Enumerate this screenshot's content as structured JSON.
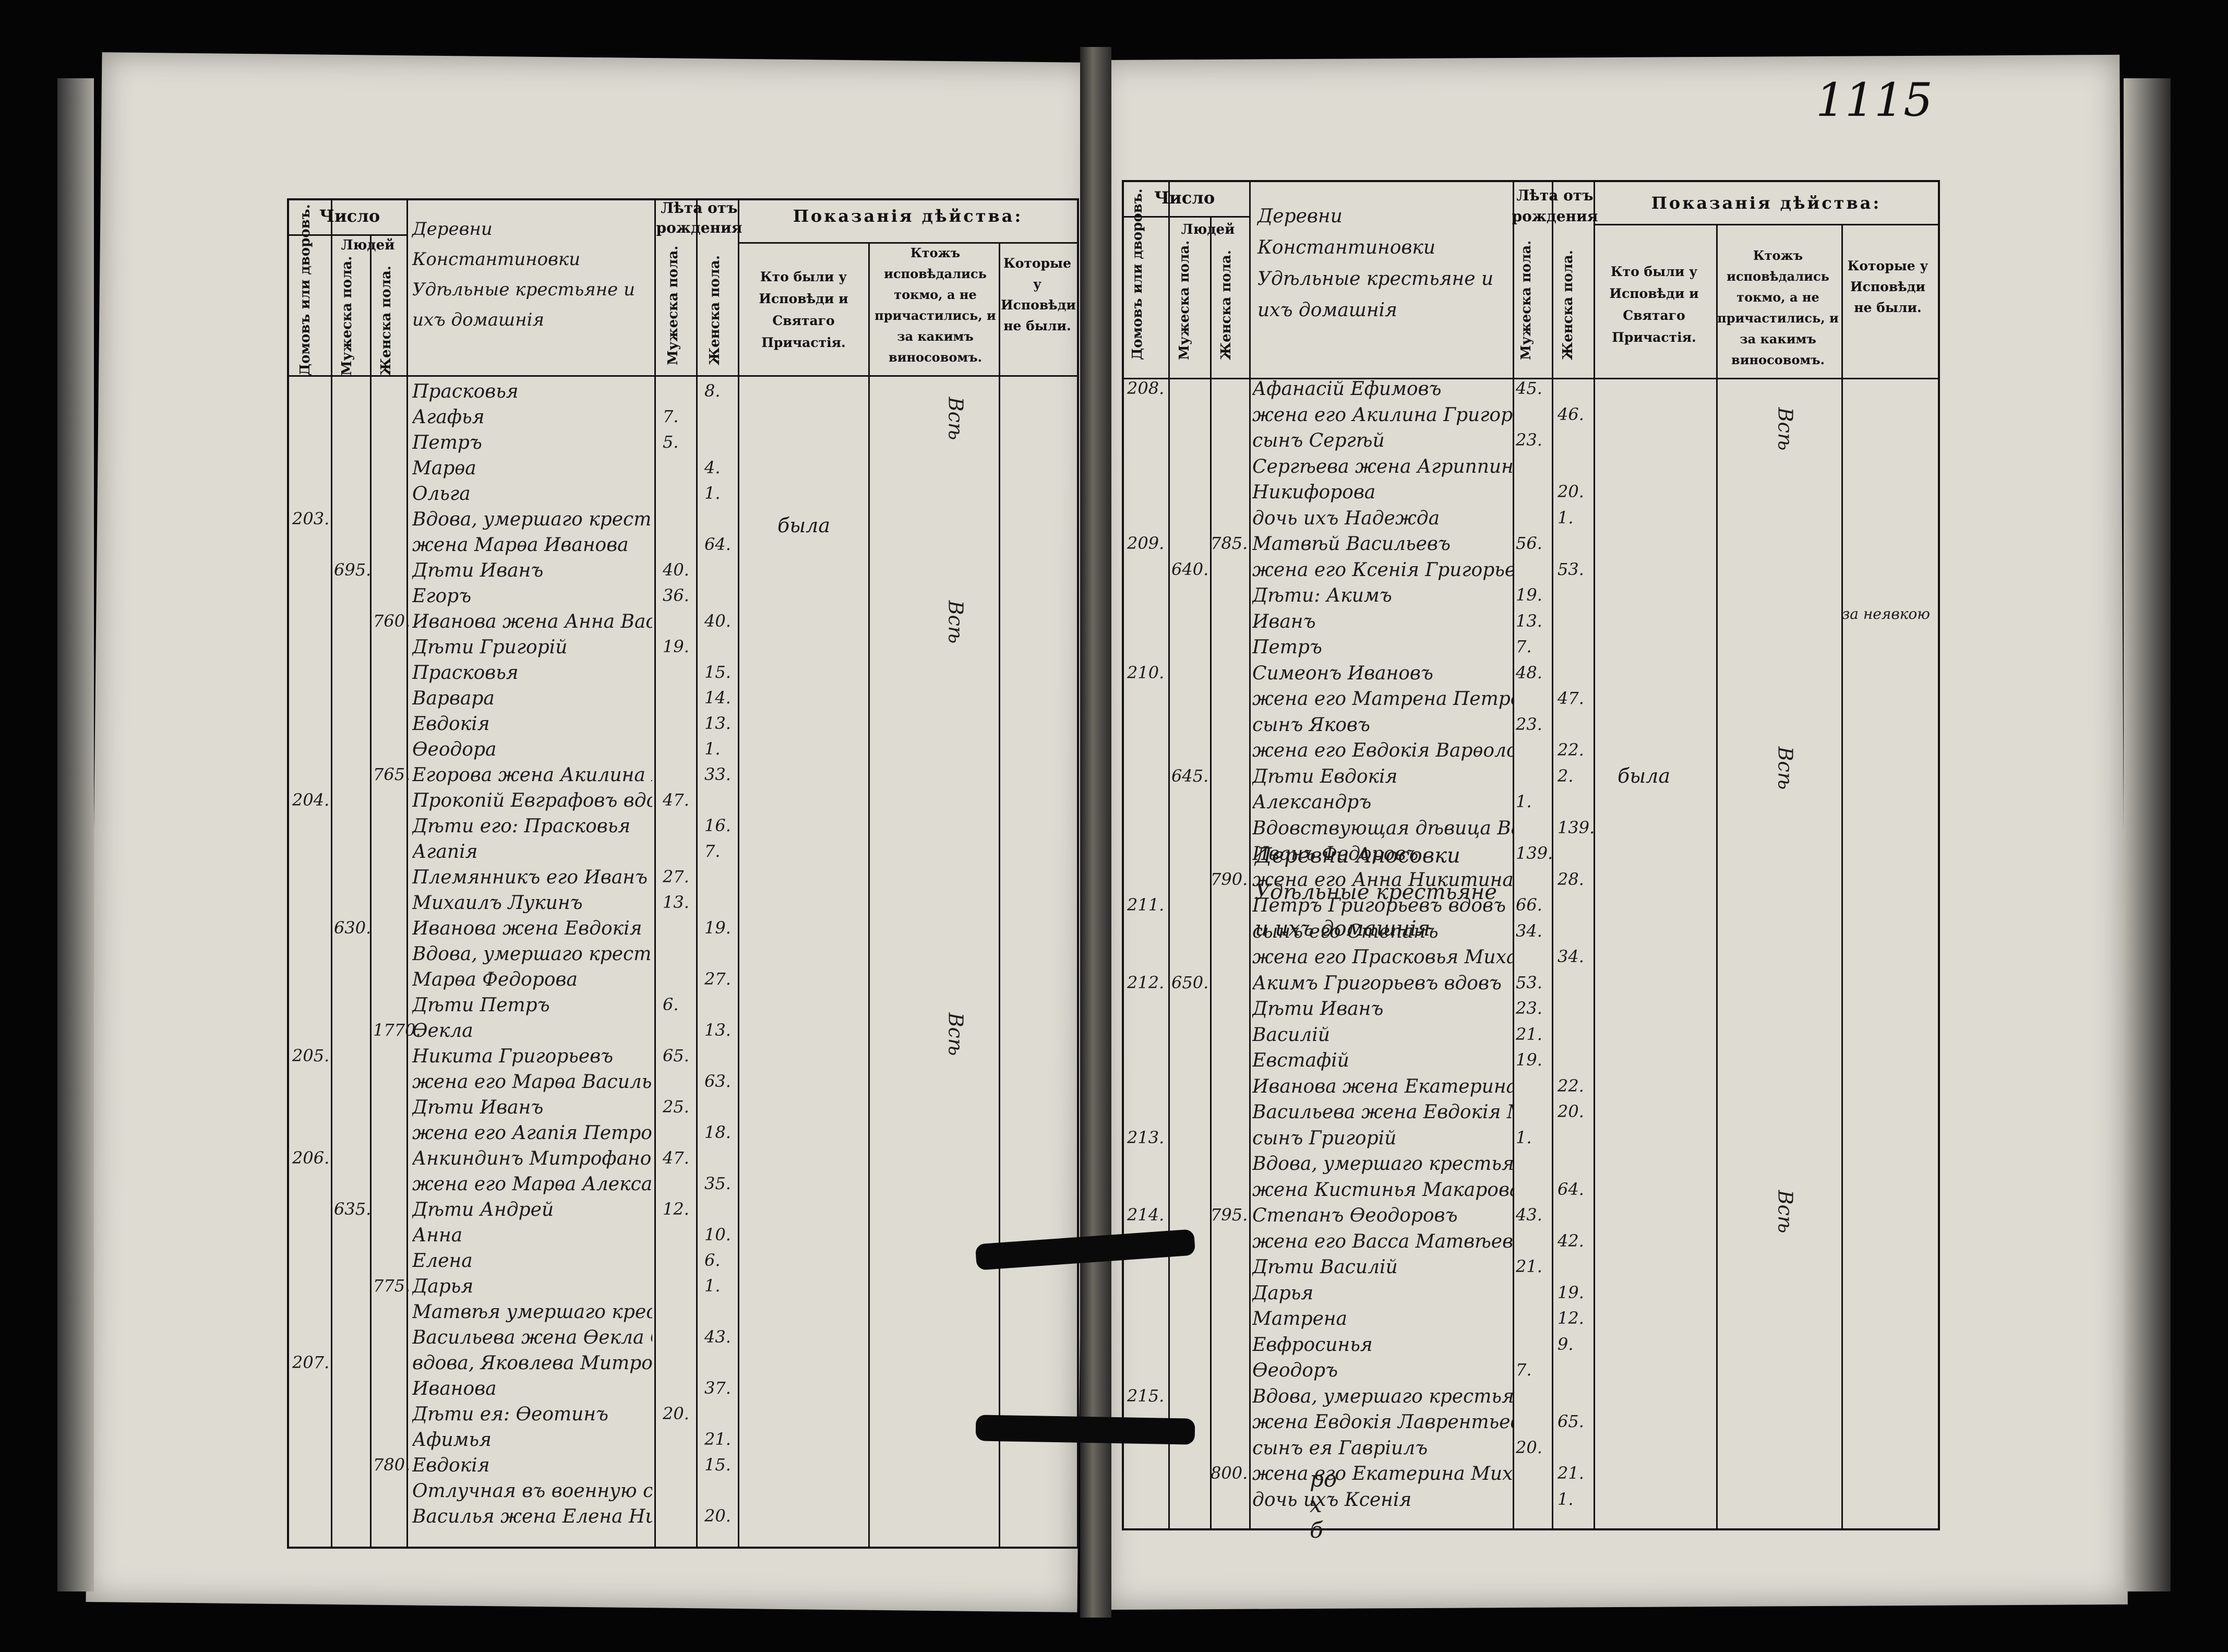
{
  "page_number": "1115",
  "headers": {
    "chislo": "Число",
    "lyudei": "Людей",
    "dvorov": "Домовъ или дворовъ.",
    "muzh": "Мужеска пола.",
    "zhen": "Женска пола.",
    "leta": "Лѣта отъ рождения",
    "pokazania": "Показанія дѣйства:",
    "byli": "Кто были у Исповѣди и Святаго Причастія.",
    "ne_prich": "Ктожъ исповѣдались токмо, а не причастились, и за какимъ виносовомъ.",
    "ne_byli": "Которые у Исповѣди не были."
  },
  "left": {
    "title": "Деревни Константиновки Удѣльные крестьяне и ихъ домашнія",
    "rows": [
      {
        "dvor": "",
        "m": "",
        "f": "",
        "name": "Прасковья",
        "lm": "",
        "lf": "8."
      },
      {
        "dvor": "",
        "m": "",
        "f": "",
        "name": "Агафья",
        "lm": "7.",
        "lf": ""
      },
      {
        "dvor": "",
        "m": "",
        "f": "",
        "name": "Петръ",
        "lm": "5.",
        "lf": ""
      },
      {
        "dvor": "",
        "m": "",
        "f": "",
        "name": "Марѳа",
        "lm": "",
        "lf": "4."
      },
      {
        "dvor": "",
        "m": "",
        "f": "",
        "name": "Ольга",
        "lm": "",
        "lf": "1."
      },
      {
        "dvor": "203.",
        "m": "",
        "f": "",
        "name": "Вдова, умершаго крестьянина Василья Яковлева",
        "lm": "",
        "lf": ""
      },
      {
        "dvor": "",
        "m": "",
        "f": "",
        "name": "жена Марѳа Иванова",
        "lm": "",
        "lf": "64."
      },
      {
        "dvor": "",
        "m": "695.",
        "f": "",
        "name": "Дѣти Иванъ",
        "lm": "40.",
        "lf": ""
      },
      {
        "dvor": "",
        "m": "",
        "f": "",
        "name": "Егоръ",
        "lm": "36.",
        "lf": ""
      },
      {
        "dvor": "",
        "m": "",
        "f": "760.",
        "name": "Иванова жена Анна Васильева",
        "lm": "",
        "lf": "40."
      },
      {
        "dvor": "",
        "m": "",
        "f": "",
        "name": "Дѣти Григорій",
        "lm": "19.",
        "lf": ""
      },
      {
        "dvor": "",
        "m": "",
        "f": "",
        "name": "Прасковья",
        "lm": "",
        "lf": "15."
      },
      {
        "dvor": "",
        "m": "",
        "f": "",
        "name": "Варвара",
        "lm": "",
        "lf": "14."
      },
      {
        "dvor": "",
        "m": "",
        "f": "",
        "name": "Евдокія",
        "lm": "",
        "lf": "13."
      },
      {
        "dvor": "",
        "m": "",
        "f": "",
        "name": "Ѳеодора",
        "lm": "",
        "lf": "1."
      },
      {
        "dvor": "",
        "m": "",
        "f": "765.",
        "name": "Егорова жена Акилина Васильева",
        "lm": "",
        "lf": "33."
      },
      {
        "dvor": "204.",
        "m": "",
        "f": "",
        "name": "Прокопій Евграфовъ вдовъ",
        "lm": "47.",
        "lf": ""
      },
      {
        "dvor": "",
        "m": "",
        "f": "",
        "name": "Дѣти его: Прасковья",
        "lm": "",
        "lf": "16."
      },
      {
        "dvor": "",
        "m": "",
        "f": "",
        "name": "Агапія",
        "lm": "",
        "lf": "7."
      },
      {
        "dvor": "",
        "m": "",
        "f": "",
        "name": "Племянникъ его Иванъ",
        "lm": "27.",
        "lf": ""
      },
      {
        "dvor": "",
        "m": "",
        "f": "",
        "name": "Михаилъ Лукинъ",
        "lm": "13.",
        "lf": ""
      },
      {
        "dvor": "",
        "m": "630.",
        "f": "",
        "name": "Иванова жена Евдокія",
        "lm": "",
        "lf": "19."
      },
      {
        "dvor": "",
        "m": "",
        "f": "",
        "name": "Вдова, умершаго крестьянина Луки жена",
        "lm": "",
        "lf": ""
      },
      {
        "dvor": "",
        "m": "",
        "f": "",
        "name": "Марѳа Федорова",
        "lm": "",
        "lf": "27."
      },
      {
        "dvor": "",
        "m": "",
        "f": "",
        "name": "Дѣти Петръ",
        "lm": "6.",
        "lf": ""
      },
      {
        "dvor": "",
        "m": "",
        "f": "1770.",
        "name": "Ѳекла",
        "lm": "",
        "lf": "13."
      },
      {
        "dvor": "205.",
        "m": "",
        "f": "",
        "name": "Никита Григорьевъ",
        "lm": "65.",
        "lf": ""
      },
      {
        "dvor": "",
        "m": "",
        "f": "",
        "name": "жена его Марѳа Васильева",
        "lm": "",
        "lf": "63."
      },
      {
        "dvor": "",
        "m": "",
        "f": "",
        "name": "Дѣти Иванъ",
        "lm": "25.",
        "lf": ""
      },
      {
        "dvor": "",
        "m": "",
        "f": "",
        "name": "жена его Агапія Петрова",
        "lm": "",
        "lf": "18."
      },
      {
        "dvor": "206.",
        "m": "",
        "f": "",
        "name": "Анкиндинъ Митрофановъ",
        "lm": "47.",
        "lf": ""
      },
      {
        "dvor": "",
        "m": "",
        "f": "",
        "name": "жена его Марѳа Александрова",
        "lm": "",
        "lf": "35."
      },
      {
        "dvor": "",
        "m": "635.",
        "f": "",
        "name": "Дѣти Андрей",
        "lm": "12.",
        "lf": ""
      },
      {
        "dvor": "",
        "m": "",
        "f": "",
        "name": "Анна",
        "lm": "",
        "lf": "10."
      },
      {
        "dvor": "",
        "m": "",
        "f": "",
        "name": "Елена",
        "lm": "",
        "lf": "6."
      },
      {
        "dvor": "",
        "m": "",
        "f": "775.",
        "name": "Дарья",
        "lm": "",
        "lf": "1."
      },
      {
        "dvor": "",
        "m": "",
        "f": "",
        "name": "Матвѣя умершаго крестьянина Митрофанова",
        "lm": "",
        "lf": ""
      },
      {
        "dvor": "",
        "m": "",
        "f": "",
        "name": "Васильева жена Ѳекла Семенова",
        "lm": "",
        "lf": "43."
      },
      {
        "dvor": "207.",
        "m": "",
        "f": "",
        "name": "вдова, Яковлева Митрофанова жена Анна",
        "lm": "",
        "lf": ""
      },
      {
        "dvor": "",
        "m": "",
        "f": "",
        "name": "Иванова",
        "lm": "",
        "lf": "37."
      },
      {
        "dvor": "",
        "m": "",
        "f": "",
        "name": "Дѣти ея: Ѳеотинъ",
        "lm": "20.",
        "lf": ""
      },
      {
        "dvor": "",
        "m": "",
        "f": "",
        "name": "Афимья",
        "lm": "",
        "lf": "21."
      },
      {
        "dvor": "",
        "m": "",
        "f": "780.",
        "name": "Евдокія",
        "lm": "",
        "lf": "15."
      },
      {
        "dvor": "",
        "m": "",
        "f": "",
        "name": "Отлучная въ военную службу крестьянина",
        "lm": "",
        "lf": ""
      },
      {
        "dvor": "",
        "m": "",
        "f": "",
        "name": "Василья жена Елена Никитина",
        "lm": "",
        "lf": "20."
      }
    ],
    "vertical_notes": {
      "col1": "Всѣ",
      "col2": "Всѣ",
      "col3": "Всѣ"
    }
  },
  "right": {
    "title": "Деревни Константиновки Удѣльные крестьяне и ихъ домашнія",
    "title2": "Деревни Аносовки Удѣльные крестьяне и ихъ домашнія",
    "rows": [
      {
        "dvor": "208.",
        "m": "",
        "f": "",
        "name": "Афанасій Ефимовъ",
        "lm": "45.",
        "lf": ""
      },
      {
        "dvor": "",
        "m": "",
        "f": "",
        "name": "жена его Акилина Григорьева",
        "lm": "",
        "lf": "46."
      },
      {
        "dvor": "",
        "m": "",
        "f": "",
        "name": "сынъ Сергѣй",
        "lm": "23.",
        "lf": ""
      },
      {
        "dvor": "",
        "m": "",
        "f": "",
        "name": "Сергѣева жена Агриппина",
        "lm": "",
        "lf": ""
      },
      {
        "dvor": "",
        "m": "",
        "f": "",
        "name": "Никифорова",
        "lm": "",
        "lf": "20."
      },
      {
        "dvor": "",
        "m": "",
        "f": "",
        "name": "дочь ихъ Надежда",
        "lm": "",
        "lf": "1."
      },
      {
        "dvor": "209.",
        "m": "",
        "f": "785.",
        "name": "Матвѣй Васильевъ",
        "lm": "56.",
        "lf": ""
      },
      {
        "dvor": "",
        "m": "640.",
        "f": "",
        "name": "жена его Ксенія Григорьева",
        "lm": "",
        "lf": "53."
      },
      {
        "dvor": "",
        "m": "",
        "f": "",
        "name": "Дѣти: Акимъ",
        "lm": "19.",
        "lf": ""
      },
      {
        "dvor": "",
        "m": "",
        "f": "",
        "name": "Иванъ",
        "lm": "13.",
        "lf": ""
      },
      {
        "dvor": "",
        "m": "",
        "f": "",
        "name": "Петръ",
        "lm": "7.",
        "lf": ""
      },
      {
        "dvor": "210.",
        "m": "",
        "f": "",
        "name": "Симеонъ Ивановъ",
        "lm": "48.",
        "lf": ""
      },
      {
        "dvor": "",
        "m": "",
        "f": "",
        "name": "жена его Матрена Петрова",
        "lm": "",
        "lf": "47."
      },
      {
        "dvor": "",
        "m": "",
        "f": "",
        "name": "сынъ Яковъ",
        "lm": "23.",
        "lf": ""
      },
      {
        "dvor": "",
        "m": "",
        "f": "",
        "name": "жена его Евдокія Варѳоломеева",
        "lm": "",
        "lf": "22."
      },
      {
        "dvor": "",
        "m": "645.",
        "f": "",
        "name": "Дѣти Евдокія",
        "lm": "",
        "lf": "2."
      },
      {
        "dvor": "",
        "m": "",
        "f": "",
        "name": "Александръ",
        "lm": "1.",
        "lf": ""
      },
      {
        "dvor": "",
        "m": "",
        "f": "",
        "name": "Вдовствующая дѣвица Варвара Иванова",
        "lm": "",
        "lf": "139."
      },
      {
        "dvor": "",
        "m": "",
        "f": "",
        "name": "Иванъ Федоровъ",
        "lm": "139.",
        "lf": ""
      },
      {
        "dvor": "",
        "m": "",
        "f": "790.",
        "name": "жена его Анна Никитина",
        "lm": "",
        "lf": "28."
      },
      {
        "dvor": "211.",
        "m": "",
        "f": "",
        "name": "Петръ Григорьевъ вдовъ",
        "lm": "66.",
        "lf": ""
      },
      {
        "dvor": "",
        "m": "",
        "f": "",
        "name": "сынъ его Степанъ",
        "lm": "34.",
        "lf": ""
      },
      {
        "dvor": "",
        "m": "",
        "f": "",
        "name": "жена его Прасковья Михайлова",
        "lm": "",
        "lf": "34."
      },
      {
        "dvor": "212.",
        "m": "650.",
        "f": "",
        "name": "Акимъ Григорьевъ вдовъ",
        "lm": "53.",
        "lf": ""
      },
      {
        "dvor": "",
        "m": "",
        "f": "",
        "name": "Дѣти Иванъ",
        "lm": "23.",
        "lf": ""
      },
      {
        "dvor": "",
        "m": "",
        "f": "",
        "name": "Василій",
        "lm": "21.",
        "lf": ""
      },
      {
        "dvor": "",
        "m": "",
        "f": "",
        "name": "Евстафій",
        "lm": "19.",
        "lf": ""
      },
      {
        "dvor": "",
        "m": "",
        "f": "",
        "name": "Иванова жена Екатерина Егорова",
        "lm": "",
        "lf": "22."
      },
      {
        "dvor": "",
        "m": "",
        "f": "",
        "name": "Васильева жена Евдокія Михайлова",
        "lm": "",
        "lf": "20."
      },
      {
        "dvor": "213.",
        "m": "",
        "f": "",
        "name": "сынъ Григорій",
        "lm": "1.",
        "lf": ""
      },
      {
        "dvor": "",
        "m": "",
        "f": "",
        "name": "Вдова, умершаго крестьянина Якова Никитина",
        "lm": "",
        "lf": ""
      },
      {
        "dvor": "",
        "m": "",
        "f": "",
        "name": "жена Кистинья Макарова",
        "lm": "",
        "lf": "64."
      },
      {
        "dvor": "214.",
        "m": "",
        "f": "795.",
        "name": "Степанъ Ѳеодоровъ",
        "lm": "43.",
        "lf": ""
      },
      {
        "dvor": "",
        "m": "",
        "f": "",
        "name": "жена его Васса Матвѣева",
        "lm": "",
        "lf": "42."
      },
      {
        "dvor": "",
        "m": "",
        "f": "",
        "name": "Дѣти Василій",
        "lm": "21.",
        "lf": ""
      },
      {
        "dvor": "",
        "m": "",
        "f": "",
        "name": "Дарья",
        "lm": "",
        "lf": "19."
      },
      {
        "dvor": "",
        "m": "",
        "f": "",
        "name": "Матрена",
        "lm": "",
        "lf": "12."
      },
      {
        "dvor": "",
        "m": "",
        "f": "",
        "name": "Евфросинья",
        "lm": "",
        "lf": "9."
      },
      {
        "dvor": "",
        "m": "",
        "f": "",
        "name": "Ѳеодоръ",
        "lm": "7.",
        "lf": ""
      },
      {
        "dvor": "215.",
        "m": "",
        "f": "",
        "name": "Вдова, умершаго крестьянина Семена Федорова",
        "lm": "",
        "lf": ""
      },
      {
        "dvor": "",
        "m": "",
        "f": "",
        "name": "жена Евдокія Лаврентьева",
        "lm": "",
        "lf": "65."
      },
      {
        "dvor": "",
        "m": "",
        "f": "",
        "name": "сынъ ея Гавріилъ",
        "lm": "20.",
        "lf": ""
      },
      {
        "dvor": "",
        "m": "",
        "f": "800.",
        "name": "жена его Екатерина Михайлова",
        "lm": "",
        "lf": "21."
      },
      {
        "dvor": "",
        "m": "",
        "f": "",
        "name": "дочь ихъ Ксенія",
        "lm": "",
        "lf": "1."
      }
    ],
    "byli_note": "была",
    "ne_byli_note": "за неявкою",
    "vertical_notes": {
      "col1": "Всѣ",
      "col2": "Всѣ",
      "col3": "Всѣ"
    }
  },
  "left_byli_note": "была",
  "bottom_marks": "ро х б"
}
